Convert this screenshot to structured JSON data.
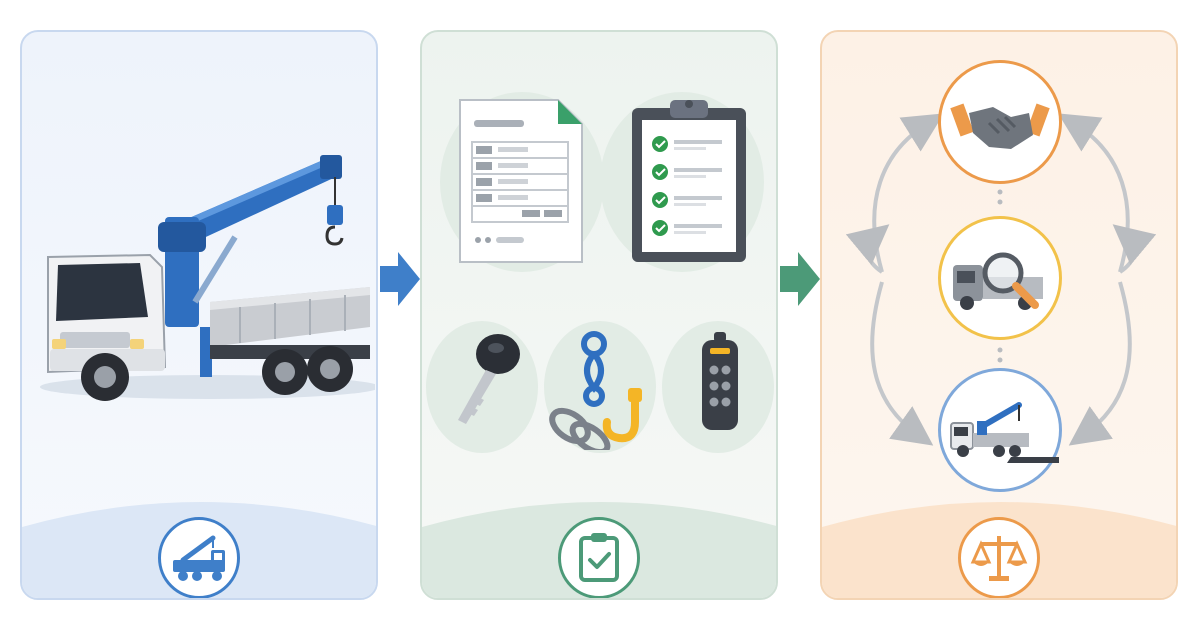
{
  "colors": {
    "blue_accent": "#3f7fc9",
    "green_accent": "#4c9a78",
    "orange_accent": "#ec9a4a",
    "truck_blue": "#2f6fc0",
    "check_green": "#2f9a4e",
    "hook_yellow": "#f4b526"
  },
  "panels": [
    {
      "theme": "blue",
      "illustration": "crane-truck",
      "badge_icon": "crane-truck-icon"
    },
    {
      "theme": "green",
      "items": [
        "document-form-icon",
        "checklist-clipboard-icon",
        "key-icon",
        "shackle-and-hook-icon",
        "remote-control-icon"
      ],
      "badge_icon": "clipboard-check-icon"
    },
    {
      "theme": "orange",
      "cycle_nodes": [
        "handshake-icon",
        "truck-inspection-icon",
        "crane-truck-loading-icon"
      ],
      "badge_icon": "scales-of-justice-icon"
    }
  ],
  "connectors": [
    "blue-right-arrow",
    "green-right-arrow"
  ]
}
